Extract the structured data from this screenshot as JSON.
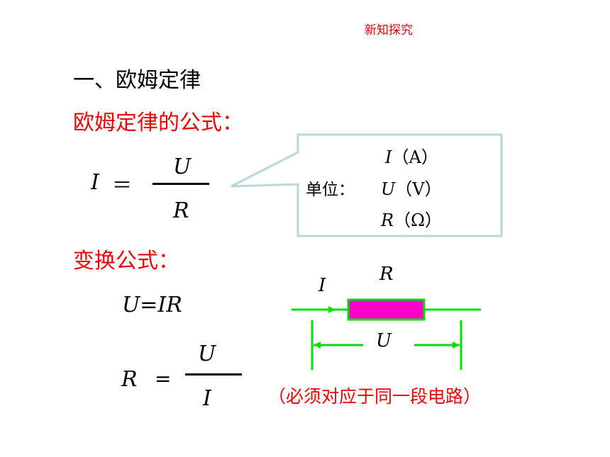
{
  "tag": "新知探究",
  "heading": "一、欧姆定律",
  "formula_section": "欧姆定律的公式：",
  "main_formula": {
    "lhs": "I",
    "eq": "＝",
    "num": "U",
    "den": "R"
  },
  "units": {
    "label": "单位：",
    "items": [
      {
        "sym": "I",
        "unit": "（A）"
      },
      {
        "sym": "U",
        "unit": "（V）"
      },
      {
        "sym": "R",
        "unit": "（Ω）"
      }
    ]
  },
  "transform_section": "变换公式：",
  "formula_uir": "U=IR",
  "formula_r": {
    "lhs": "R",
    "eq": "=",
    "num": "U",
    "den": "I"
  },
  "circuit": {
    "current": "I",
    "resistance": "R",
    "voltage": "U"
  },
  "note": "（必须对应于同一段电路）",
  "colors": {
    "red": "#f00000",
    "green": "#00e000",
    "resistor": "#ff00cc",
    "callout_border": "#b7d7d9"
  }
}
